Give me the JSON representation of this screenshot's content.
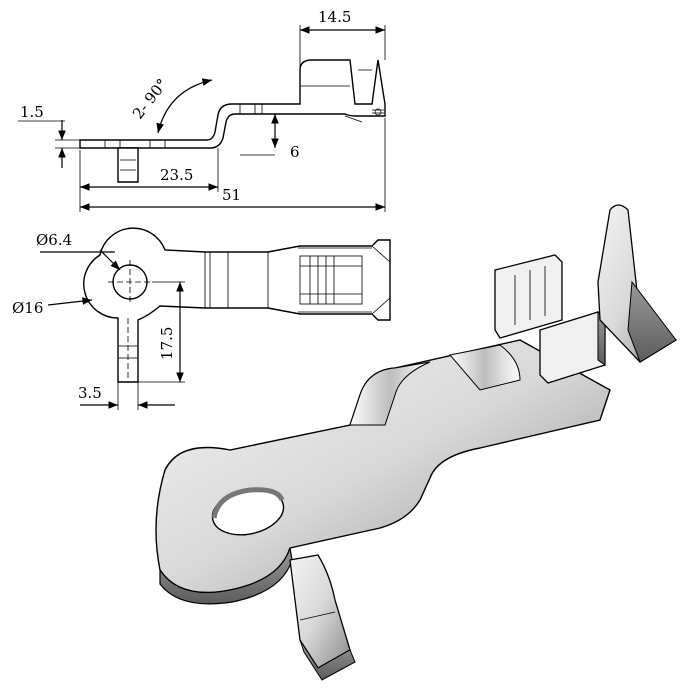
{
  "side_view": {
    "dim_length_crimp": "14.5",
    "dim_thickness": "1.5",
    "dim_bend_angle": "2- 90°",
    "dim_offset": "6",
    "dim_length_flat": "23.5",
    "dim_total_length": "51"
  },
  "top_view": {
    "dim_hole_dia": "Ø6.4",
    "dim_ring_dia": "Ø16",
    "dim_tab_length": "17.5",
    "dim_tab_width": "3.5"
  },
  "colors": {
    "line": "#000000",
    "background": "#ffffff"
  }
}
